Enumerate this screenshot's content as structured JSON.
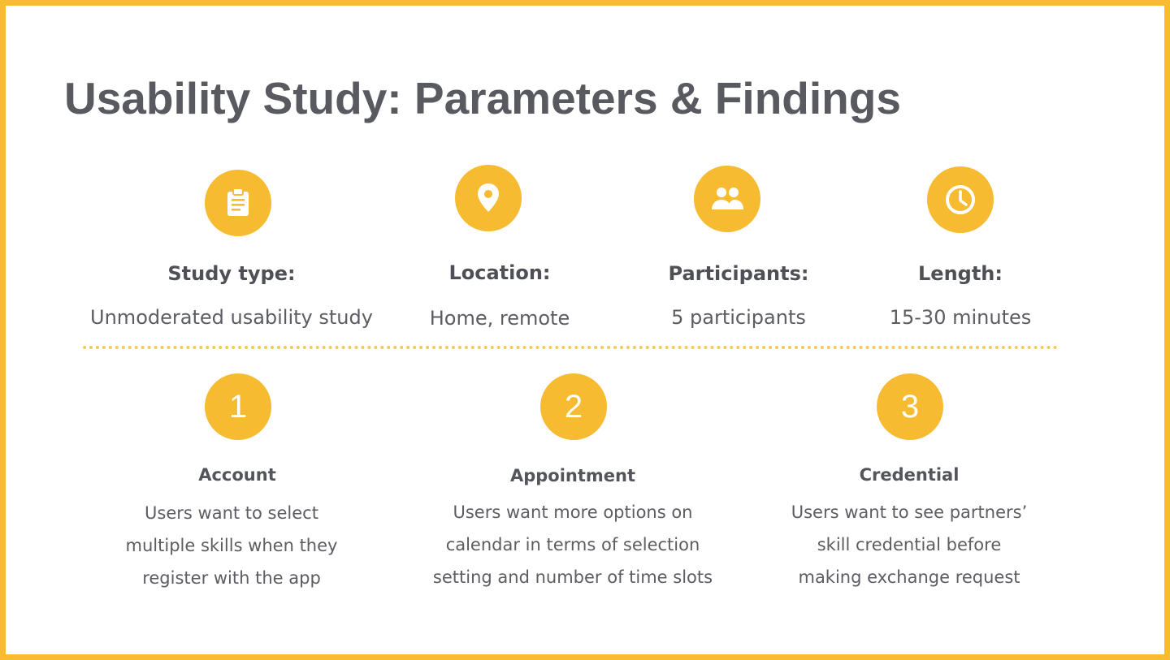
{
  "title": "Usability Study: Parameters & Findings",
  "colors": {
    "accent": "#f7bb31",
    "border": "#f9bc31",
    "text": "#5b5d62"
  },
  "parameters": [
    {
      "icon": "clipboard-icon",
      "label": "Study type:",
      "value": "Unmoderated usability study"
    },
    {
      "icon": "location-pin-icon",
      "label": "Location:",
      "value": "Home, remote"
    },
    {
      "icon": "people-icon",
      "label": "Participants:",
      "value": "5 participants"
    },
    {
      "icon": "clock-icon",
      "label": "Length:",
      "value": "15-30 minutes"
    }
  ],
  "findings": [
    {
      "number": "1",
      "title": "Account",
      "lines": [
        "Users want to select",
        "multiple skills when they",
        "register with the app"
      ]
    },
    {
      "number": "2",
      "title": "Appointment",
      "lines": [
        "Users want more options on",
        "calendar in terms of selection",
        "setting and number of time slots"
      ]
    },
    {
      "number": "3",
      "title": "Credential",
      "lines": [
        "Users want to see partners’",
        "skill credential before",
        "making exchange request"
      ]
    }
  ]
}
